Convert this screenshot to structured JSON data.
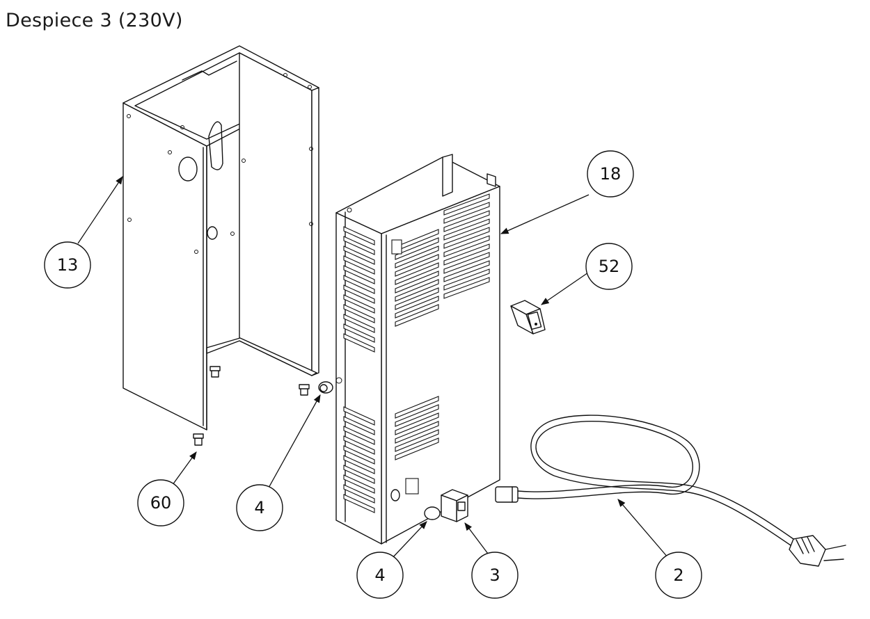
{
  "title": "Despiece 3 (230V)",
  "callouts": [
    {
      "id": "13",
      "label": "13"
    },
    {
      "id": "18",
      "label": "18"
    },
    {
      "id": "52",
      "label": "52"
    },
    {
      "id": "60",
      "label": "60"
    },
    {
      "id": "4a",
      "label": "4"
    },
    {
      "id": "4b",
      "label": "4"
    },
    {
      "id": "3",
      "label": "3"
    },
    {
      "id": "2",
      "label": "2"
    }
  ],
  "colors": {
    "line": "#111111",
    "background": "#ffffff"
  }
}
